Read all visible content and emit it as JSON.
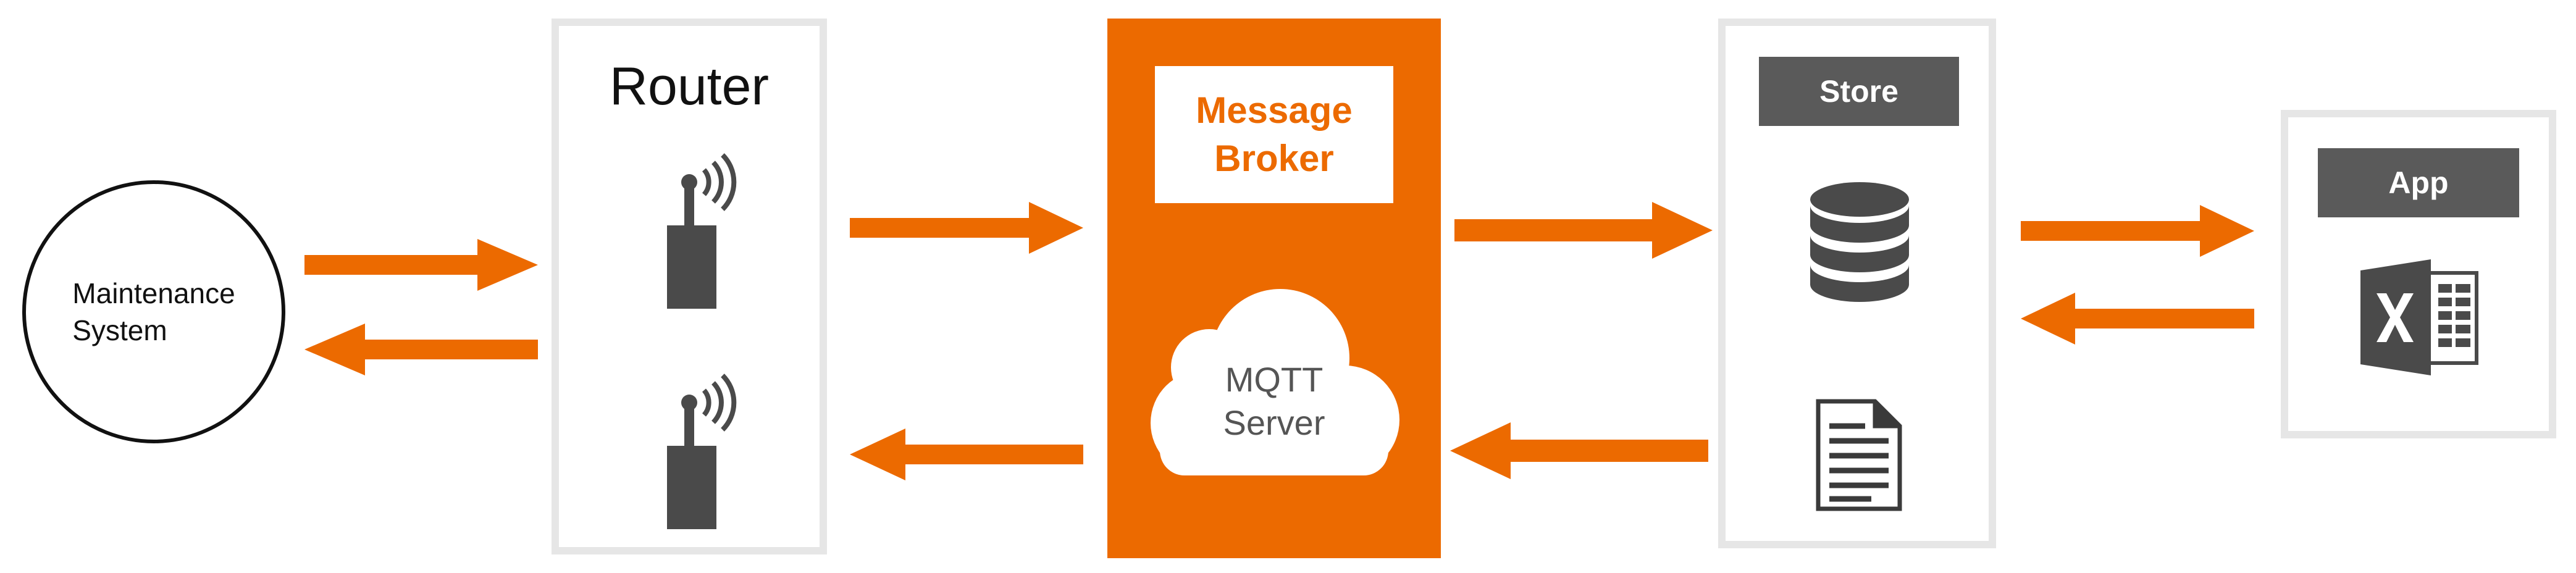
{
  "maintenance": {
    "line1": "Maintenance",
    "line2": "System"
  },
  "router": {
    "title": "Router"
  },
  "broker": {
    "title_line1": "Message",
    "title_line2": "Broker",
    "cloud_line1": "MQTT",
    "cloud_line2": "Server"
  },
  "store": {
    "title": "Store"
  },
  "app": {
    "title": "App"
  },
  "icons": [
    "antenna-radio-icon",
    "antenna-radio-icon",
    "cloud-icon",
    "database-icon",
    "document-icon",
    "excel-icon"
  ],
  "colors": {
    "accent": "#ec6a00",
    "panel_border": "#e6e6e6",
    "header_bg": "#5a5a5a",
    "icon_dark": "#4a4a4a"
  }
}
